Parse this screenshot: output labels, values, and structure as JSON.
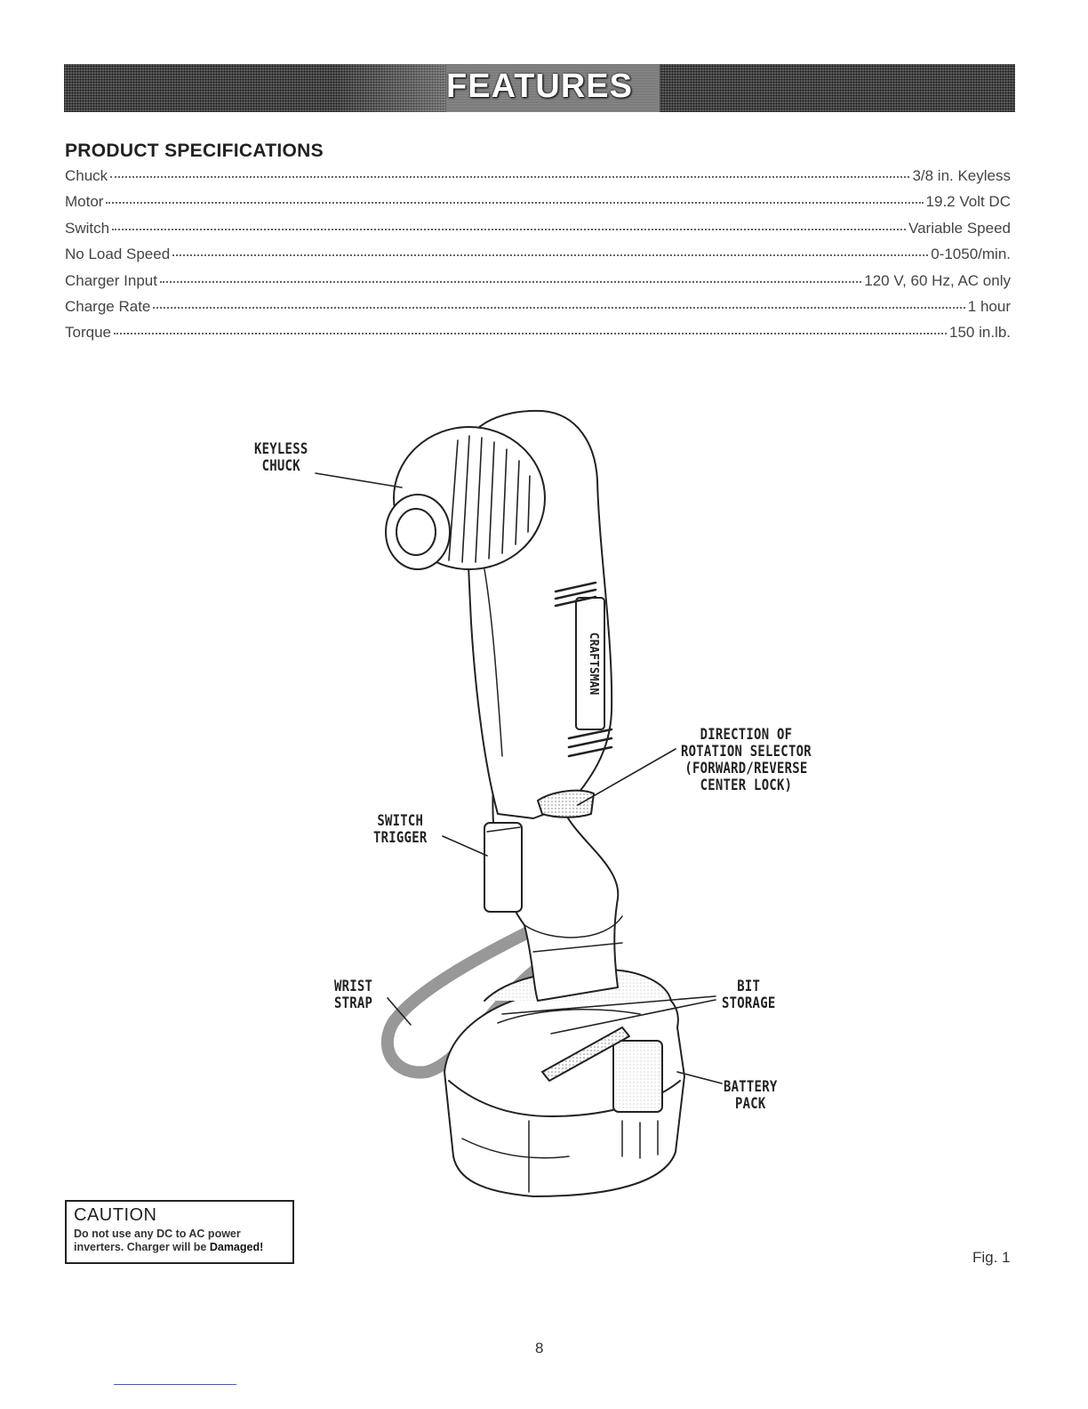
{
  "header": {
    "title": "FEATURES"
  },
  "specifications": {
    "heading": "PRODUCT SPECIFICATIONS",
    "rows": [
      {
        "label": "Chuck",
        "value": "3/8 in. Keyless"
      },
      {
        "label": "Motor",
        "value": "19.2 Volt DC"
      },
      {
        "label": "Switch",
        "value": "Variable Speed"
      },
      {
        "label": "No Load Speed",
        "value": "0-1050/min."
      },
      {
        "label": "Charger Input",
        "value": "120 V, 60 Hz, AC only"
      },
      {
        "label": "Charge Rate",
        "value": "1 hour"
      },
      {
        "label": "Torque",
        "value": "150 in.lb."
      }
    ]
  },
  "figure": {
    "brand": "CRAFTSMAN",
    "callouts": {
      "keyless_chuck": "KEYLESS\nCHUCK",
      "direction_selector": "DIRECTION OF\nROTATION SELECTOR\n(FORWARD/REVERSE\nCENTER LOCK)",
      "switch_trigger": "SWITCH\nTRIGGER",
      "wrist_strap": "WRIST\nSTRAP",
      "bit_storage": "BIT\nSTORAGE",
      "battery_pack": "BATTERY\nPACK"
    },
    "label": "Fig. 1"
  },
  "caution": {
    "title": "CAUTION",
    "text": "Do not use any DC to AC power inverters. Charger will be ",
    "emphasis": "Damaged!"
  },
  "page_number": "8"
}
